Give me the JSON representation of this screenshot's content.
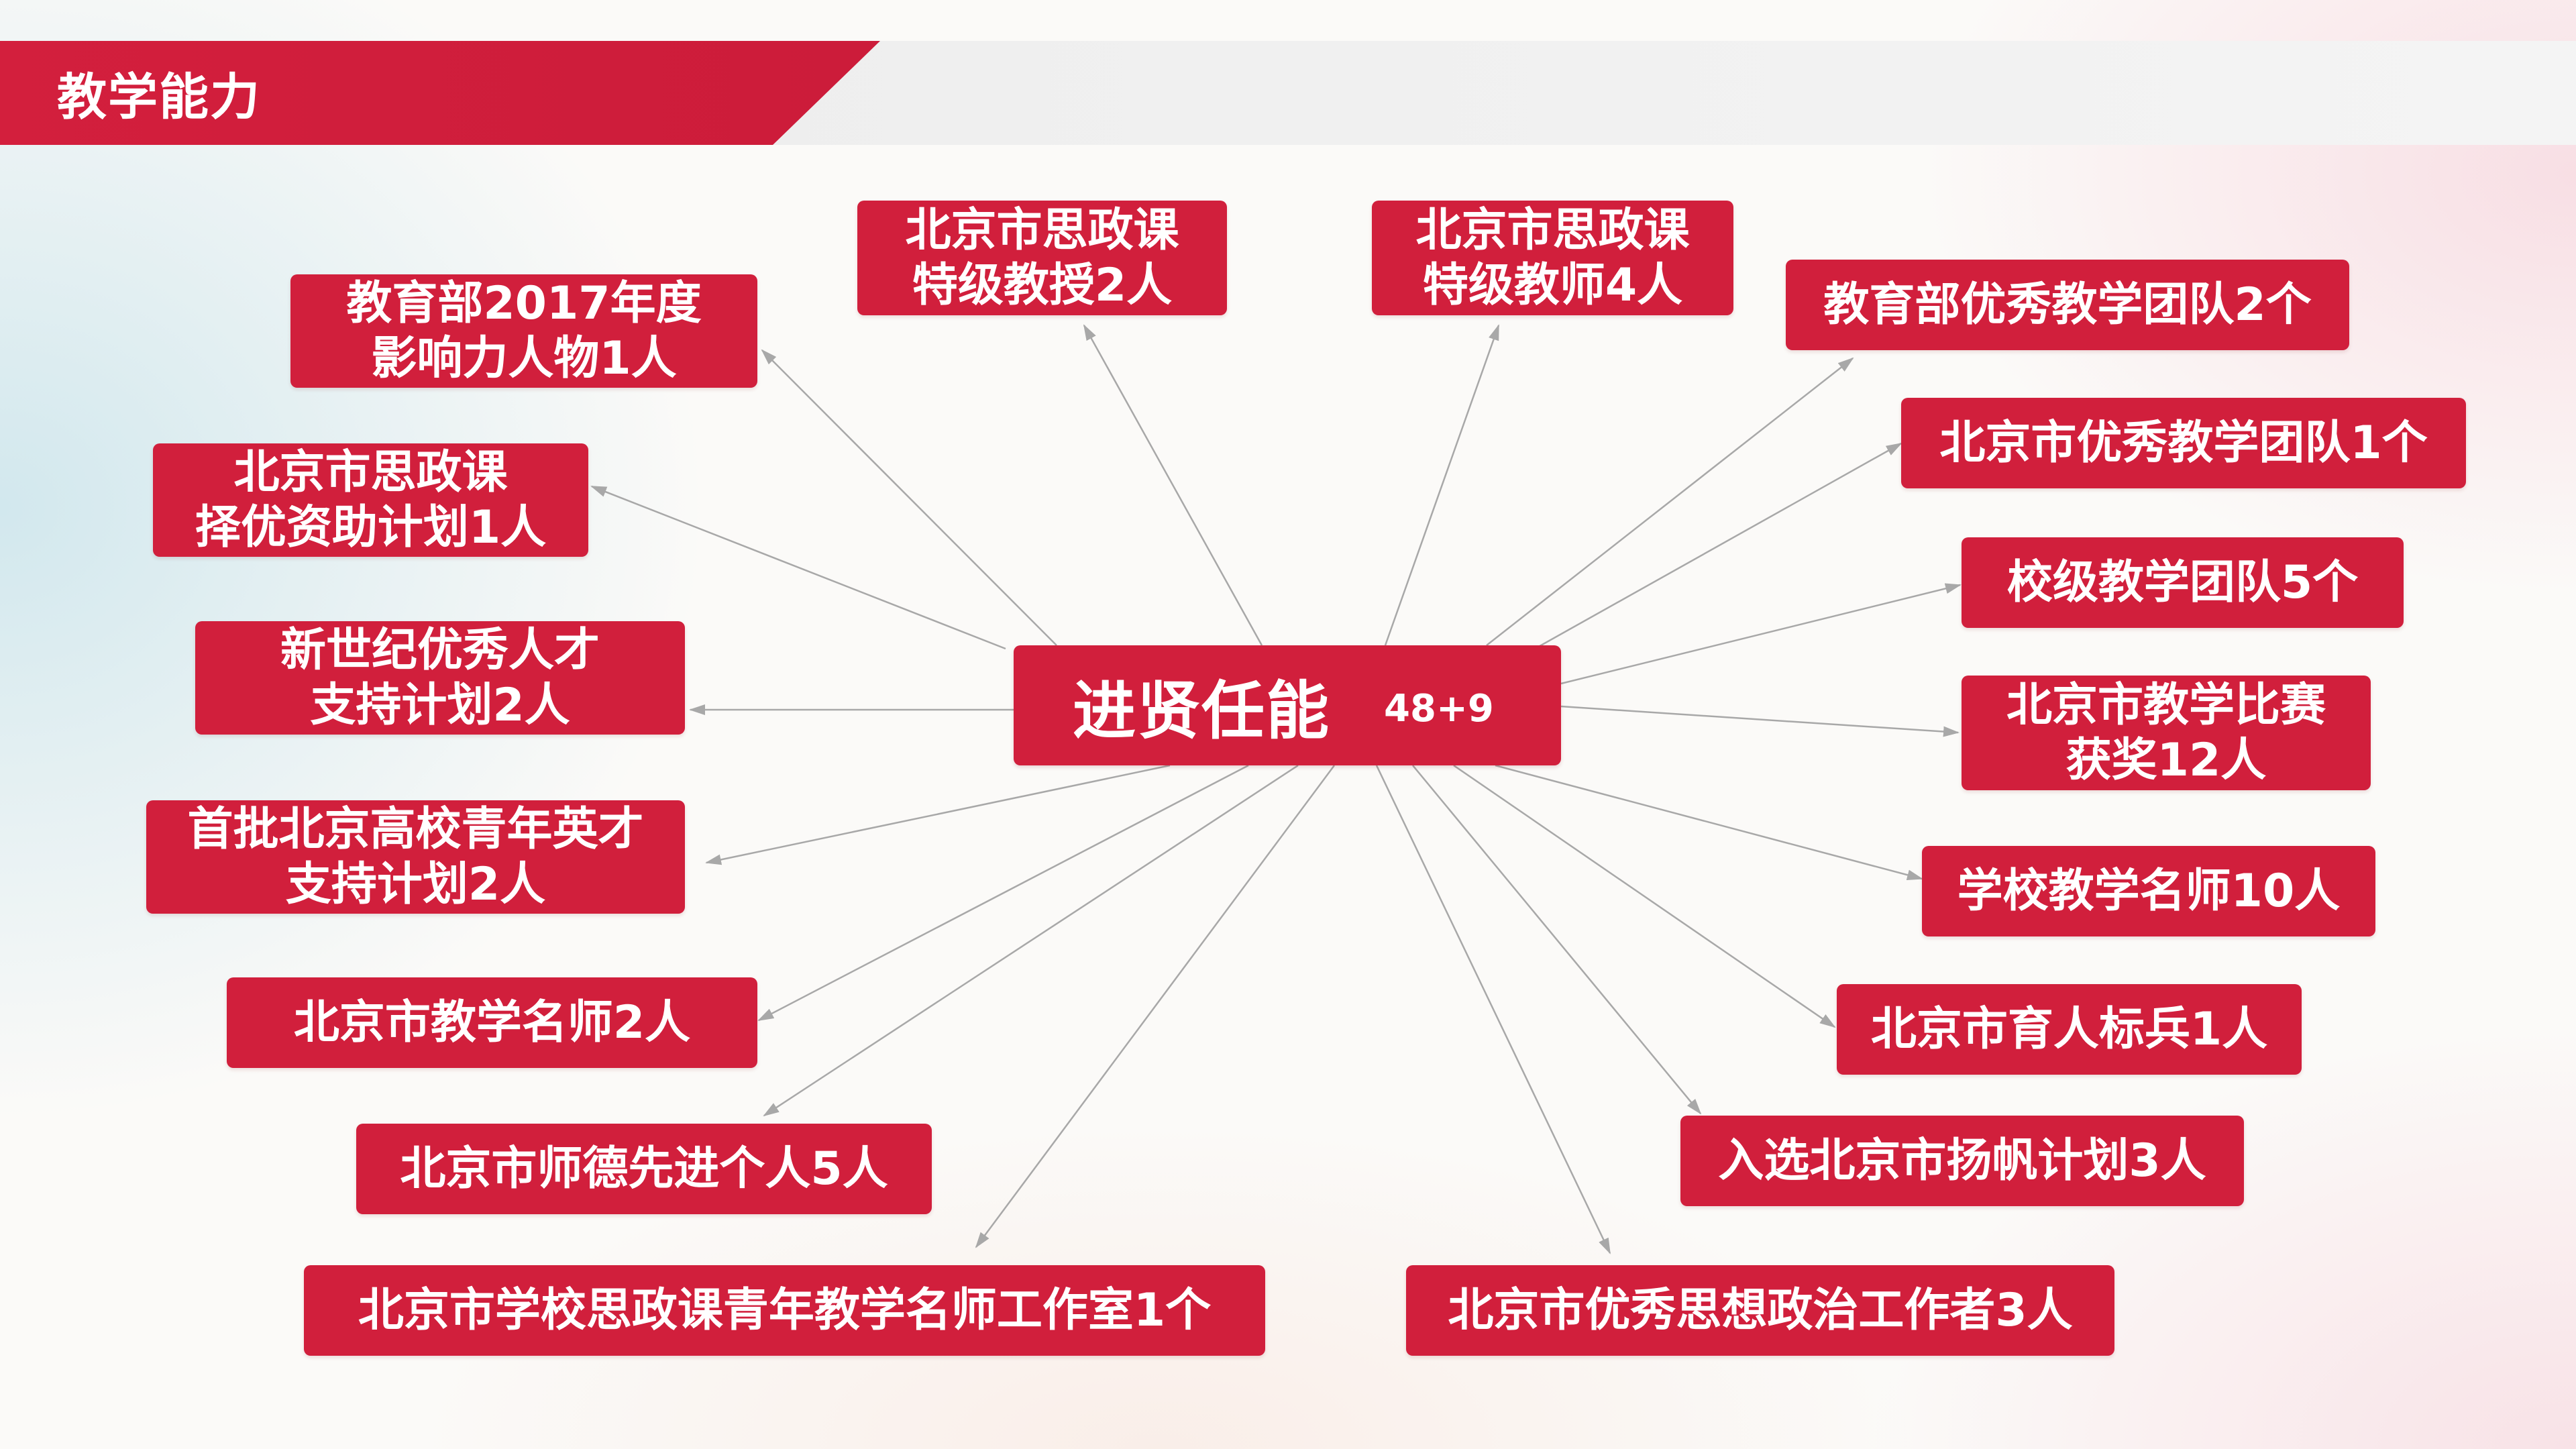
{
  "header": {
    "title": "教学能力"
  },
  "center": {
    "title": "进贤任能",
    "count": "48+9"
  },
  "nodes": [
    {
      "lines": [
        "教育部2017年度",
        "影响力人物1人"
      ]
    },
    {
      "lines": [
        "北京市思政课",
        "择优资助计划1人"
      ]
    },
    {
      "lines": [
        "新世纪优秀人才",
        "支持计划2人"
      ]
    },
    {
      "lines": [
        "首批北京高校青年英才",
        "支持计划2人"
      ]
    },
    {
      "lines": [
        "北京市教学名师2人"
      ]
    },
    {
      "lines": [
        "北京市师德先进个人5人"
      ]
    },
    {
      "lines": [
        "北京市学校思政课青年教学名师工作室1个"
      ]
    },
    {
      "lines": [
        "北京市思政课",
        "特级教授2人"
      ]
    },
    {
      "lines": [
        "北京市思政课",
        "特级教师4人"
      ]
    },
    {
      "lines": [
        "教育部优秀教学团队2个"
      ]
    },
    {
      "lines": [
        "北京市优秀教学团队1个"
      ]
    },
    {
      "lines": [
        "校级教学团队5个"
      ]
    },
    {
      "lines": [
        "北京市教学比赛",
        "获奖12人"
      ]
    },
    {
      "lines": [
        "学校教学名师10人"
      ]
    },
    {
      "lines": [
        "北京市育人标兵1人"
      ]
    },
    {
      "lines": [
        "入选北京市扬帆计划3人"
      ]
    },
    {
      "lines": [
        "北京市优秀思想政治工作者3人"
      ]
    }
  ],
  "colors": {
    "accent": "#d11f3c",
    "connector": "#a8a8a8",
    "header_band": "#efefef",
    "text_on_accent": "#ffffff"
  }
}
